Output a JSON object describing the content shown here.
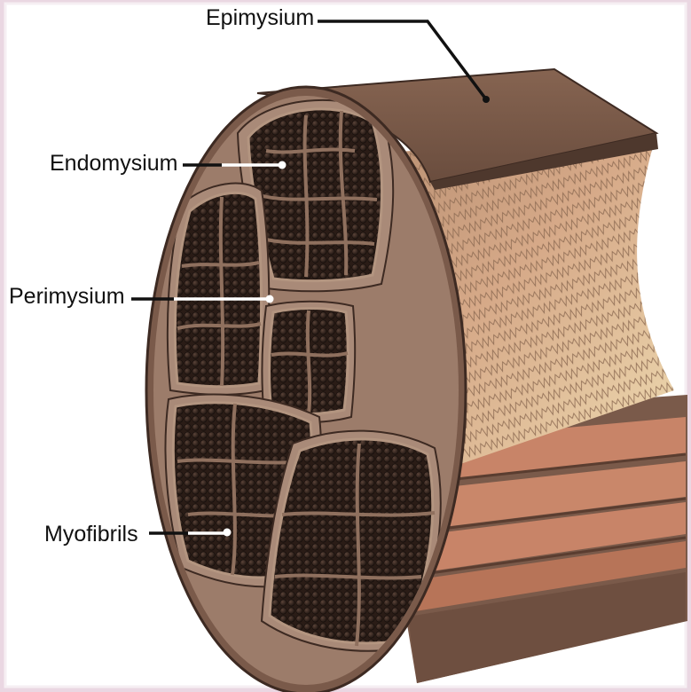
{
  "labels": {
    "epimysium": "Epimysium",
    "endomysium": "Endomysium",
    "perimysium": "Perimysium",
    "myofibrils": "Myofibrils"
  },
  "colors": {
    "page_background": "#ead7e2",
    "frame_border": "#f6eff3",
    "outer_sheath": "#7a5a4a",
    "sheath_dark": "#3d2a22",
    "bundle_fill": "#2b1f19",
    "fiber_fill": "#2a1c16",
    "connective_tissue": "#a98a78",
    "wavy_fibers": "#c9a584",
    "side_band": "#c88468",
    "leader_line": "#111111",
    "pointer_line": "#ffffff"
  }
}
